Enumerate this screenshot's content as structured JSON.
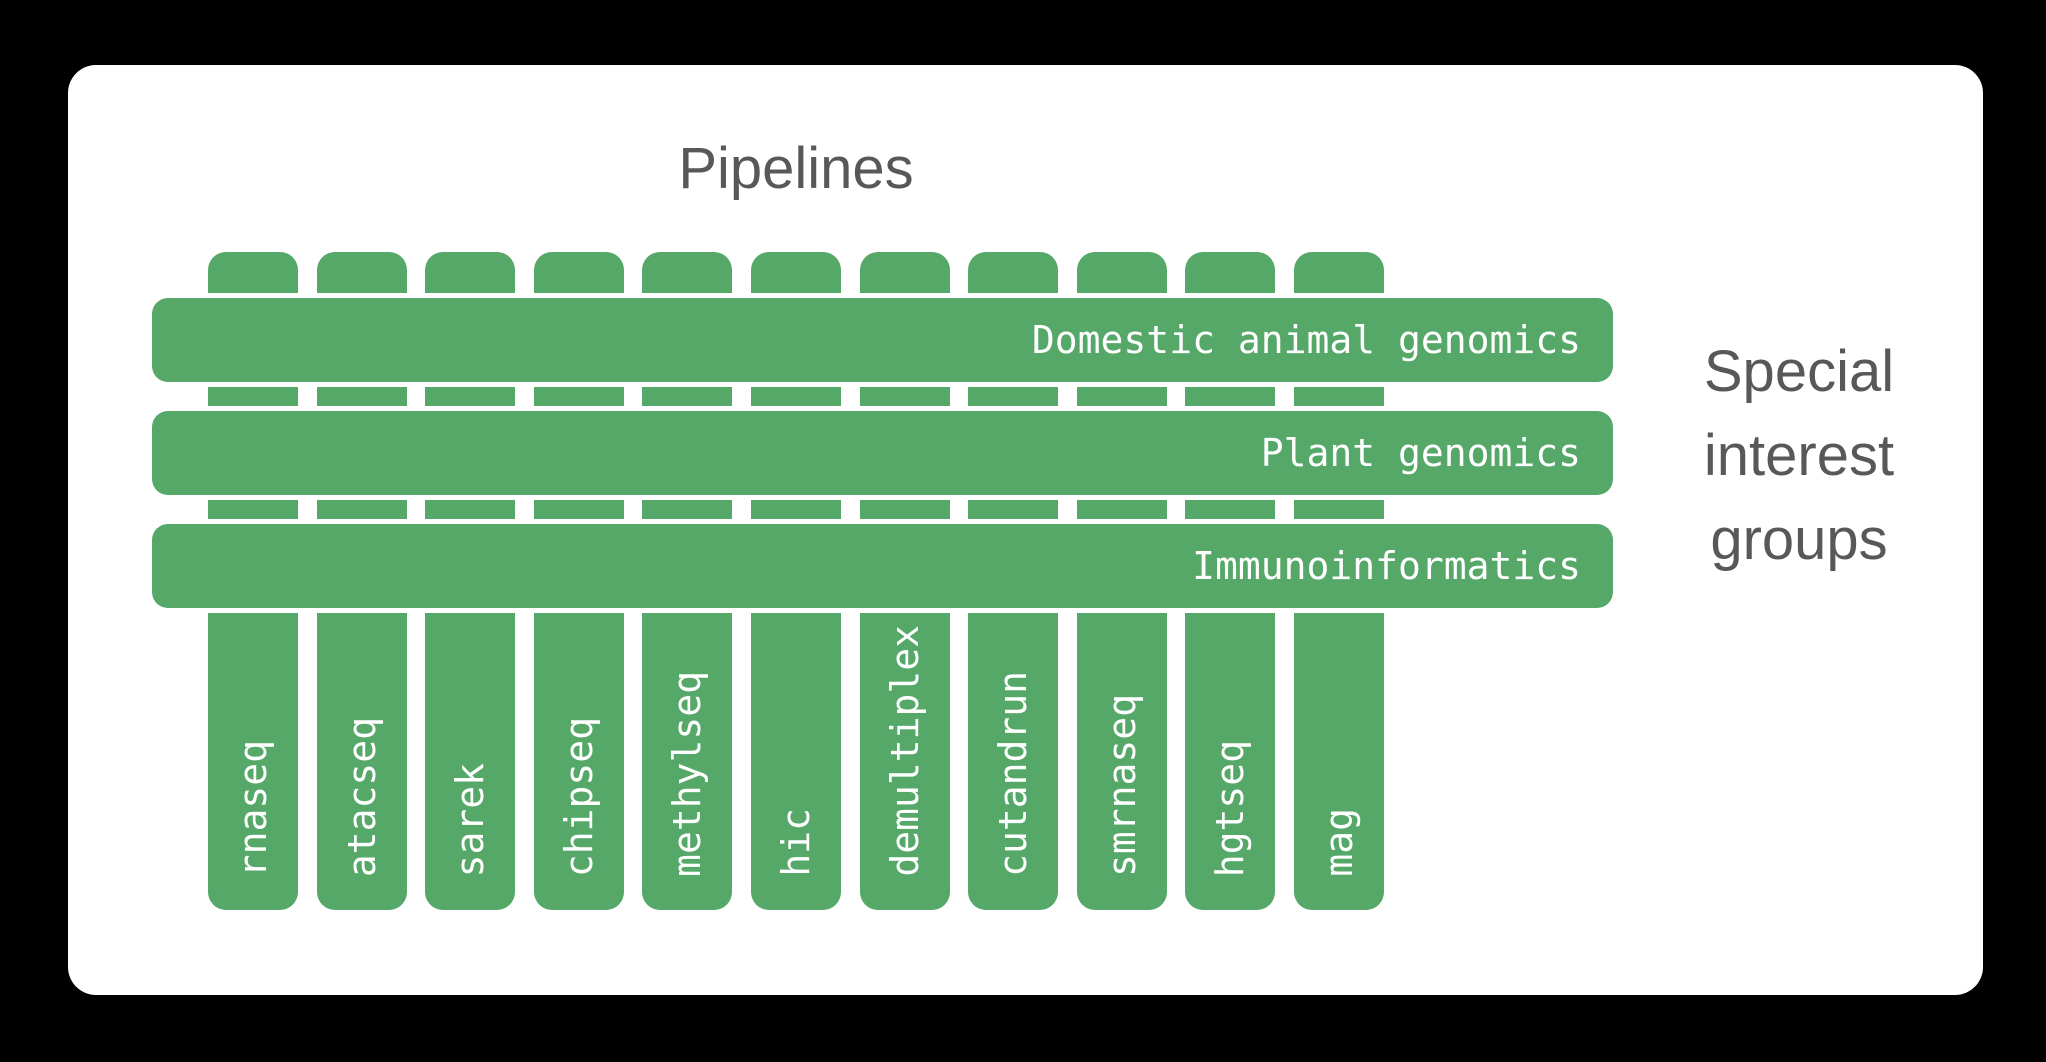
{
  "titles": {
    "pipelines": "Pipelines",
    "special_interest_groups": "Special interest groups",
    "special_interest_groups_lines": [
      "Special",
      "interest",
      "groups"
    ]
  },
  "pipelines": [
    "rnaseq",
    "atacseq",
    "sarek",
    "chipseq",
    "methylseq",
    "hic",
    "demultiplex",
    "cutandrun",
    "smrnaseq",
    "hgtseq",
    "mag"
  ],
  "special_interest_groups": [
    "Domestic animal genomics",
    "Plant genomics",
    "Immunoinformatics"
  ],
  "colors": {
    "bar_green": "#55a868",
    "title_gray": "#58585a",
    "card_background": "#ffffff",
    "page_background": "#000000",
    "bar_label_white": "#ffffff"
  }
}
